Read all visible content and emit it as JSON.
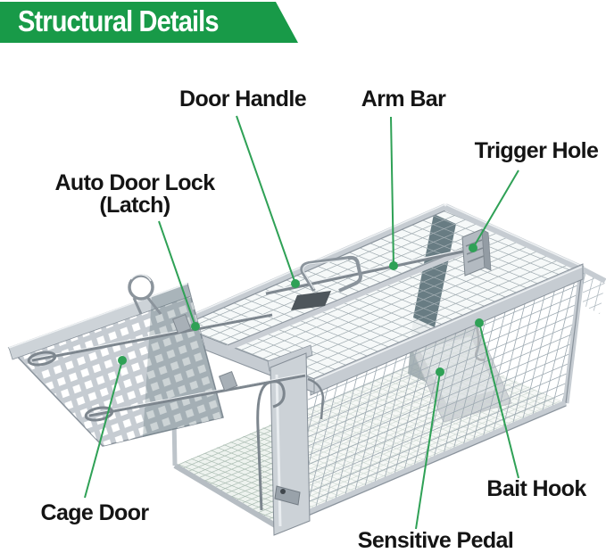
{
  "banner": {
    "title": "Structural Details",
    "background_color": "#189a48",
    "text_color": "#ffffff"
  },
  "callouts": [
    {
      "label": "Door Handle"
    },
    {
      "label": "Arm Bar"
    },
    {
      "label": "Trigger Hole"
    },
    {
      "label": "Auto Door Lock",
      "label_line2": "(Latch)"
    },
    {
      "label": "Cage Door"
    },
    {
      "label": "Bait Hook"
    },
    {
      "label": "Sensitive Pedal"
    }
  ],
  "illustration": {
    "subject": "wire mesh humane cage trap with open sliding door",
    "leader_line_color": "#2fa156",
    "metal_color": "#c6ccd2",
    "label_text_color": "#141414"
  }
}
